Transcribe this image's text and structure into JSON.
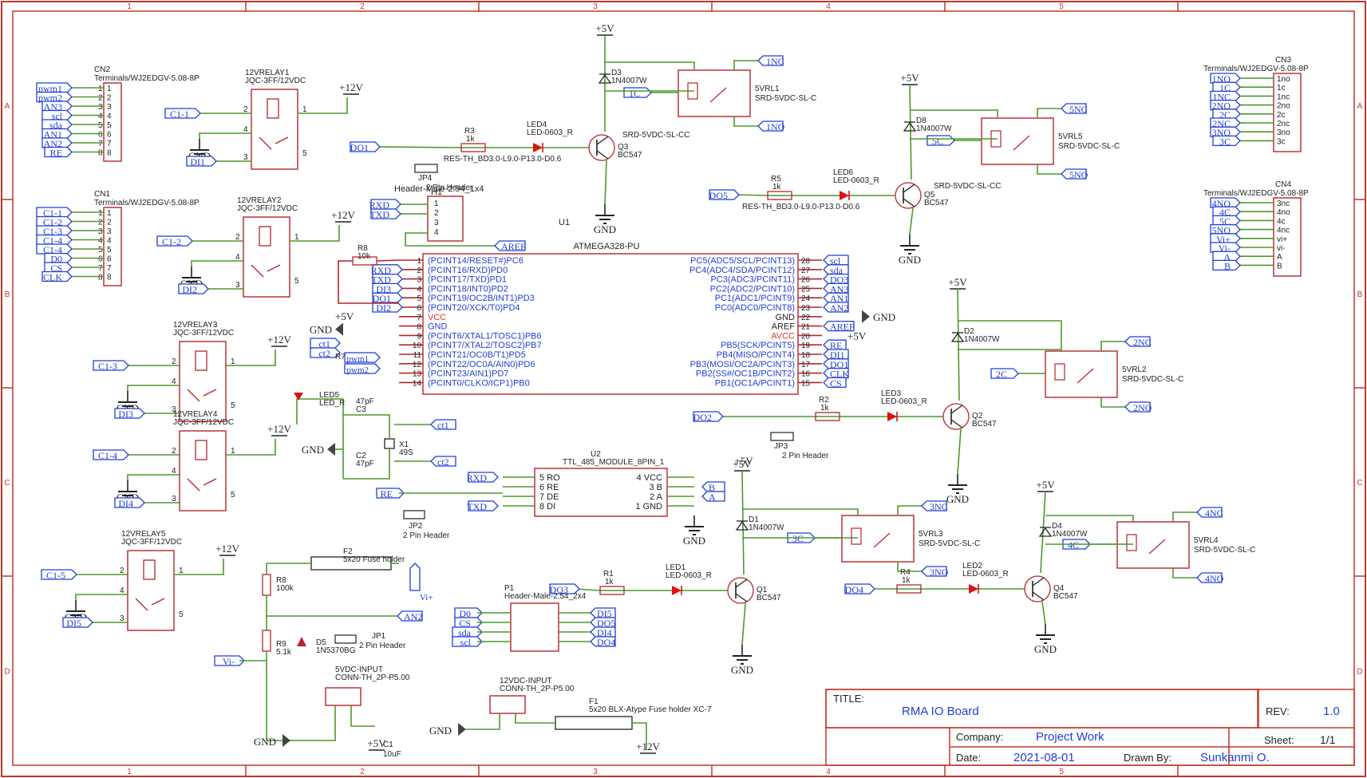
{
  "border": {
    "cols": [
      "1",
      "2",
      "3",
      "4",
      "5"
    ],
    "rows": [
      "A",
      "B",
      "C",
      "D"
    ]
  },
  "rails": {
    "p5v": "+5V",
    "p12v": "+12V",
    "gnd": "GND"
  },
  "u1": {
    "ref": "U1",
    "part": "ATMEGA328-PU",
    "left": [
      {
        "n": "1",
        "t": "(PCINT14/RESET#)PC6"
      },
      {
        "n": "2",
        "t": "(PCINT16/RXD)PD0"
      },
      {
        "n": "3",
        "t": "(PCINT17/TXD)PD1"
      },
      {
        "n": "4",
        "t": "(PCINT18/INT0)PD2"
      },
      {
        "n": "5",
        "t": "(PCINT19/OC2B/INT1)PD3"
      },
      {
        "n": "6",
        "t": "(PCINT20/XCK/T0)PD4"
      },
      {
        "n": "7",
        "t": "VCC"
      },
      {
        "n": "8",
        "t": "GND"
      },
      {
        "n": "9",
        "t": "(PCINT6/XTAL1/TOSC1)PB6"
      },
      {
        "n": "10",
        "t": "(PCINT7/XTAL2/TOSC2)PB7"
      },
      {
        "n": "11",
        "t": "(PCINT21/OC0B/T1)PD5"
      },
      {
        "n": "12",
        "t": "(PCINT22/OC0A/AIN0)PD6"
      },
      {
        "n": "13",
        "t": "(PCINT23/AIN1)PD7"
      },
      {
        "n": "14",
        "t": "(PCINT0/CLKO/ICP1)PB0"
      }
    ],
    "right": [
      {
        "n": "28",
        "t": "PC5(ADC5/SCL/PCINT13)"
      },
      {
        "n": "27",
        "t": "PC4(ADC4/SDA/PCINT12)"
      },
      {
        "n": "26",
        "t": "PC3(ADC3/PCINT11)"
      },
      {
        "n": "25",
        "t": "PC2(ADC2/PCINT10)"
      },
      {
        "n": "24",
        "t": "PC1(ADC1/PCINT9)"
      },
      {
        "n": "23",
        "t": "PC0(ADC0/PCINT8)"
      },
      {
        "n": "22",
        "t": "GND"
      },
      {
        "n": "21",
        "t": "AREF"
      },
      {
        "n": "20",
        "t": "AVCC"
      },
      {
        "n": "19",
        "t": "PB5(SCK/PCINT5)"
      },
      {
        "n": "18",
        "t": "PB4(MISO/PCINT4)"
      },
      {
        "n": "17",
        "t": "PB3(MOSI/OC2A/PCINT3)"
      },
      {
        "n": "16",
        "t": "PB2(SS#/OC1B/PCINT2)"
      },
      {
        "n": "15",
        "t": "PB1(OC1A/PCINT1)"
      }
    ],
    "left_nets": [
      "",
      "RXD",
      "TXD",
      "DI3",
      "DO1",
      "DI2"
    ],
    "right_nets": [
      "scl",
      "sda",
      "DO3",
      "AN3",
      "AN1",
      "AN2"
    ],
    "right_nets2": [
      "RE",
      "DI1",
      "DO1",
      "CLK",
      "CS"
    ]
  },
  "cn2": {
    "ref": "CN2",
    "part": "Terminals/WJ2EDGV-5.08-8P",
    "nets": [
      "pwm1",
      "pwm2",
      "AN3",
      "scl",
      "sda",
      "AN1",
      "AN2",
      "RE"
    ],
    "pins": [
      "1",
      "2",
      "3",
      "4",
      "5",
      "6",
      "7",
      "8"
    ]
  },
  "cn1": {
    "ref": "CN1",
    "part": "Terminals/WJ2EDGV-5.08-8P",
    "nets": [
      "C1-1",
      "C1-2",
      "C1-3",
      "C1-4",
      "C1-4",
      "D0",
      "CS",
      "CLK"
    ],
    "pins": [
      "1",
      "2",
      "3",
      "4",
      "5",
      "6",
      "7",
      "8"
    ]
  },
  "cn3": {
    "ref": "CN3",
    "part": "Terminals/WJ2EDGV-5.08-8P",
    "nets": [
      "1NO",
      "1C",
      "1NC",
      "2NO",
      "2C",
      "2NC",
      "3NO",
      "3C"
    ],
    "pins": [
      "1no",
      "1c",
      "1nc",
      "2no",
      "2c",
      "2nc",
      "3no",
      "3c"
    ]
  },
  "cn4": {
    "ref": "CN4",
    "part": "Terminals/WJ2EDGV-5.08-8P",
    "nets": [
      "4NO",
      "4C",
      "5C",
      "5NO",
      "Vi+",
      "Vi-",
      "A",
      "B"
    ],
    "pins": [
      "3nc",
      "4no",
      "4c",
      "4nc",
      "vi+",
      "vi-",
      "A",
      "B"
    ]
  },
  "relays12": [
    {
      "ref": "12VRELAY1",
      "part": "JQC-3FF/12VDC",
      "coil": "C1-1",
      "drv": "DI1"
    },
    {
      "ref": "12VRELAY2",
      "part": "JQC-3FF/12VDC",
      "coil": "C1-2",
      "drv": "DI2"
    },
    {
      "ref": "12VRELAY3",
      "part": "JQC-3FF/12VDC",
      "coil": "C1-3",
      "drv": "DI3"
    },
    {
      "ref": "12VRELAY4",
      "part": "JQC-3FF/12VDC",
      "coil": "C1-4",
      "drv": "DI4"
    },
    {
      "ref": "12VRELAY5",
      "part": "JQC-3FF/12VDC",
      "coil": "C1-5",
      "drv": "DI5"
    }
  ],
  "relays5": [
    {
      "ref": "5VRL1",
      "part": "SRD-5VDC-SL-C",
      "nc": "1NC",
      "c": "1C",
      "no": "1NO",
      "q": "Q3",
      "d": "D3",
      "led": "LED4",
      "r": "R3",
      "in": "DO1",
      "jp": "JP4"
    },
    {
      "ref": "5VRL5",
      "part": "SRD-5VDC-SL-C",
      "nc": "5NC",
      "c": "5C",
      "no": "5NO",
      "q": "Q5",
      "d": "D8",
      "led": "LED6",
      "r": "R5",
      "in": "DO5",
      "jp": ""
    },
    {
      "ref": "5VRL2",
      "part": "SRD-5VDC-SL-C",
      "nc": "2NC",
      "c": "2C",
      "no": "2NO",
      "q": "Q2",
      "d": "D2",
      "led": "LED3",
      "r": "R2",
      "in": "DO2",
      "jp": "JP3"
    },
    {
      "ref": "5VRL3",
      "part": "SRD-5VDC-SL-C",
      "nc": "3NC",
      "c": "3C",
      "no": "3NO",
      "q": "Q1",
      "d": "D1",
      "led": "LED1",
      "r": "R1",
      "in": "DO3",
      "jp": ""
    },
    {
      "ref": "5VRL4",
      "part": "SRD-5VDC-SL-C",
      "nc": "4NC",
      "c": "4C",
      "no": "4NO",
      "q": "Q4",
      "d": "D4",
      "led": "LED2",
      "r": "R4",
      "in": "DO4",
      "jp": ""
    }
  ],
  "parts": {
    "diode": "1N4007W",
    "transistor": "BC547",
    "led": "LED-0603_R",
    "res1k": "1k",
    "resfp": "RES-TH_BD3.0-L9.0-P13.0-D0.6",
    "srdcc": "SRD-5VDC-SL-CC",
    "header2": "2 Pin Header",
    "h1": "H1",
    "h1part": "Header-Male-2.54_1x4",
    "aref": "AREF",
    "r8": "R8",
    "r8v": "10k",
    "x1": "X1",
    "x1v": "49S",
    "c3": "C3",
    "c3v": "47pF",
    "c2": "C2",
    "c2v": "47pF",
    "ct1": "ct1",
    "ct2": "ct2",
    "pwm1": "pwm1",
    "pwm2": "pwm2",
    "r7": "R7",
    "led5": "LED5",
    "led5v": "LED_R",
    "u2": "U2",
    "u2part": "TTL_485_MODULE_8PIN_1",
    "u2left": [
      "5 RO",
      "6 RE",
      "7 DE",
      "8 DI"
    ],
    "u2right": [
      "4 VCC",
      "3 B",
      "2 A",
      "1 GND"
    ],
    "rxd": "RXD",
    "txd": "TXD",
    "re": "RE",
    "b": "B",
    "a": "A",
    "jp2": "JP2",
    "f2": "F2",
    "f2part": "5x20 Fuse holder",
    "r8b": "R8",
    "r8bv": "100k",
    "r9": "R9",
    "r9v": "5.1k",
    "d5": "D5",
    "d5v": "1N5370BG",
    "jp1": "JP1",
    "an2": "AN2",
    "vip": "Vi+",
    "vim": "Vi-",
    "p1": "P1",
    "p1part": "Header-Male-2.54_2x4",
    "p1l": [
      "D0",
      "CS",
      "sda",
      "scl"
    ],
    "p1r": [
      "DI5",
      "DO5",
      "DI4",
      "DO4"
    ],
    "pin1": "1",
    "pin2": "2",
    "pin3": "3",
    "pin4": "4",
    "pin5": "5",
    "in5": "5VDC-INPUT",
    "in5part": "CONN-TH_2P-P5.00",
    "c1": "C1",
    "c1v": "10uF",
    "in12": "12VDC-INPUT",
    "in12part": "CONN-TH_2P-P5.00",
    "f1": "F1",
    "f1part": "5x20 BLX-Atype Fuse holder XC-7"
  },
  "title_block": {
    "title_label": "TITLE:",
    "title": "RMA IO Board",
    "rev_label": "REV:",
    "rev": "1.0",
    "company_label": "Company:",
    "company": "Project Work",
    "sheet_label": "Sheet:",
    "sheet": "1/1",
    "date_label": "Date:",
    "date": "2021-08-01",
    "drawn_label": "Drawn By:",
    "drawn": "Sunkanmi O."
  },
  "colors": {
    "frame": "#c0392b",
    "wire": "#4a9a2c",
    "net": "#1f3fd6",
    "part": "#b3262a",
    "text": "#222"
  }
}
